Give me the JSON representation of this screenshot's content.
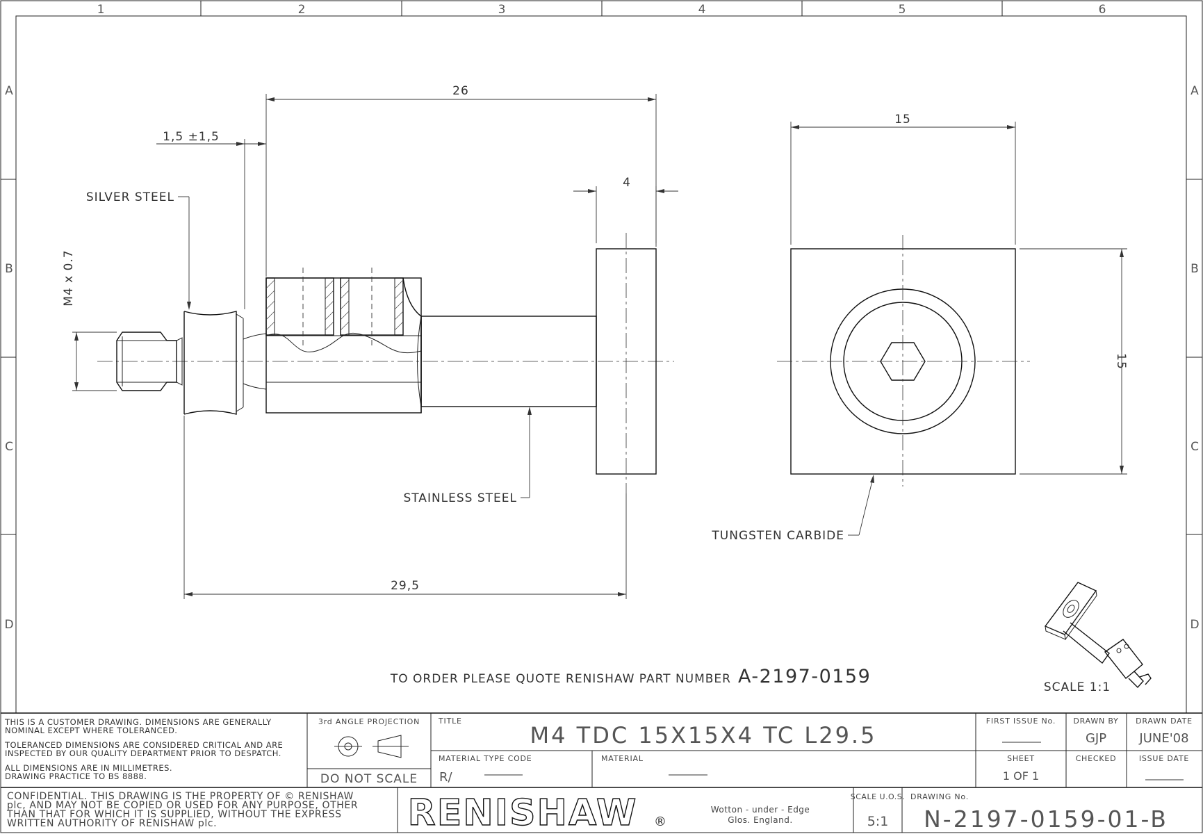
{
  "grid": {
    "columns": [
      "1",
      "2",
      "3",
      "4",
      "5",
      "6"
    ],
    "rows": [
      "A",
      "B",
      "C",
      "D"
    ]
  },
  "dimensions": {
    "overall_length_26": "26",
    "shoulder_1_5": "1,5 ±1,5",
    "flange_4": "4",
    "thread_m4": "M4 x 0.7",
    "length_29_5": "29,5",
    "square_width_15": "15",
    "square_height_15": "15"
  },
  "callouts": {
    "silver_steel": "SILVER STEEL",
    "stainless_steel": "STAINLESS STEEL",
    "tungsten_carbide": "TUNGSTEN CARBIDE"
  },
  "order_note": {
    "text": "TO ORDER PLEASE QUOTE RENISHAW PART NUMBER",
    "part_number": "A-2197-0159"
  },
  "iso_view": {
    "scale_label": "SCALE 1:1"
  },
  "title_block": {
    "notes": [
      "THIS IS A CUSTOMER DRAWING. DIMENSIONS ARE GENERALLY",
      "NOMINAL EXCEPT WHERE TOLERANCED.",
      "TOLERANCED DIMENSIONS ARE CONSIDERED CRITICAL AND ARE",
      "INSPECTED BY OUR QUALITY DEPARTMENT PRIOR TO DESPATCH.",
      "ALL DIMENSIONS ARE IN MILLIMETRES.",
      "DRAWING PRACTICE TO BS 8888."
    ],
    "projection_label": "3rd ANGLE PROJECTION",
    "do_not_scale": "DO NOT SCALE",
    "title_label": "TITLE",
    "title": "M4 TDC 15X15X4 TC L29.5",
    "material_type_code_label": "MATERIAL TYPE CODE",
    "material_type_code": "R/",
    "material_label": "MATERIAL",
    "first_issue_label": "FIRST ISSUE No.",
    "drawn_by_label": "DRAWN BY",
    "drawn_by": "GJP",
    "drawn_date_label": "DRAWN DATE",
    "drawn_date": "JUNE'08",
    "sheet_label": "SHEET",
    "sheet_value": "1 OF 1",
    "checked_label": "CHECKED",
    "issue_date_label": "ISSUE DATE",
    "confidential": [
      "CONFIDENTIAL. THIS DRAWING IS THE PROPERTY OF © RENISHAW",
      "plc, AND MAY NOT BE COPIED OR USED FOR ANY PURPOSE, OTHER",
      "THAN THAT FOR WHICH IT IS SUPPLIED, WITHOUT THE EXPRESS",
      "WRITTEN AUTHORITY OF RENISHAW plc."
    ],
    "company": "RENISHAW",
    "registered": "®",
    "address_line1": "Wotton - under - Edge",
    "address_line2": "Glos. England.",
    "scale_label": "SCALE U.O.S.",
    "scale_value": "5:1",
    "drawing_no_label": "DRAWING No.",
    "drawing_no": "N-2197-0159-01-B"
  }
}
